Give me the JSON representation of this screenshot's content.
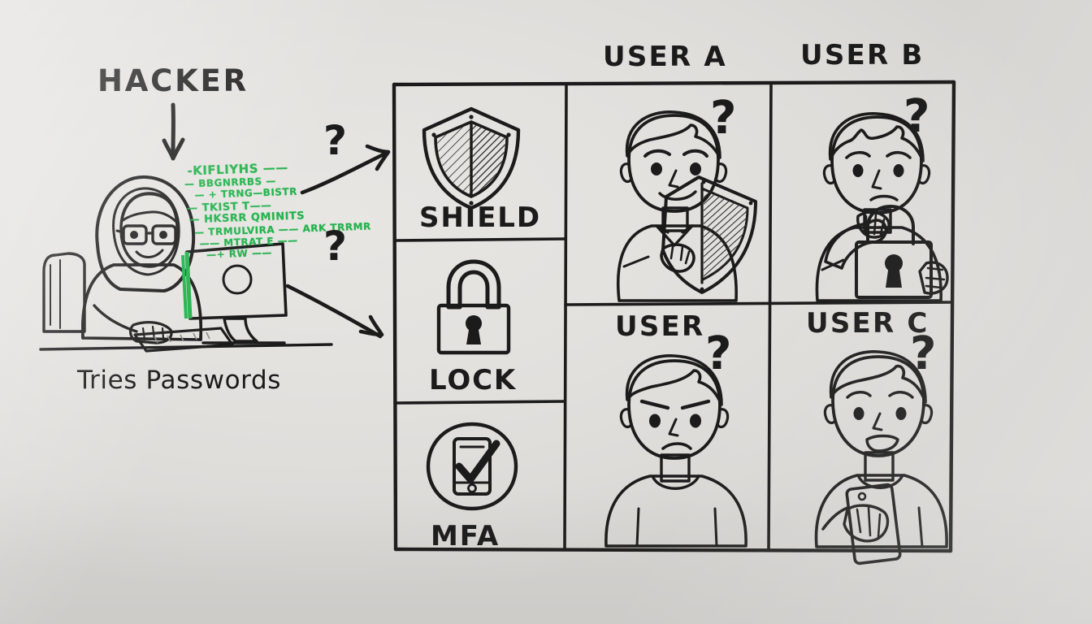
{
  "board": {
    "background_color": "#e3e1de",
    "ink_color": "#1b1b1b",
    "accent_green": "#22b24c"
  },
  "hacker": {
    "title": "HACKER",
    "caption": "Tries Passwords",
    "arrow_icon": "down-arrow-icon",
    "figure_icon": "hooded-hacker-at-computer-icon",
    "code_lines": [
      "-KIFLIYHS ——",
      "— BBGNRRBS —",
      "— + TRNG—BISTR",
      "— TKIST T——",
      "— HKSRR QMINITS",
      "— TRMULVIRA —— ARK TRRMR",
      "—— MTRAT E ——",
      "—+ RW ——"
    ]
  },
  "connectors": [
    {
      "name": "arrow-to-shield",
      "question_mark": "?"
    },
    {
      "name": "arrow-to-lock",
      "question_mark": "?"
    }
  ],
  "grid": {
    "methods": [
      {
        "id": "shield",
        "label": "SHIELD",
        "icon": "shield-icon"
      },
      {
        "id": "lock",
        "label": "LOCK",
        "icon": "padlock-icon"
      },
      {
        "id": "mfa",
        "label": "MFA",
        "icon": "phone-check-circle-icon"
      }
    ],
    "column_headers": [
      {
        "id": "user-a",
        "label": "USER A"
      },
      {
        "id": "user-b",
        "label": "USER B"
      }
    ],
    "users": [
      {
        "id": "user-a",
        "label": "USER A",
        "label_position": "above-grid",
        "icon": "person-holding-shield-icon",
        "expression": "smiling",
        "question_mark": "?"
      },
      {
        "id": "user-b",
        "label": "USER B",
        "label_position": "above-grid",
        "icon": "person-holding-padlock-icon",
        "expression": "thinking",
        "question_mark": "?"
      },
      {
        "id": "user-plain",
        "label": "USER",
        "label_position": "inside-panel",
        "icon": "person-frowning-icon",
        "expression": "frowning",
        "question_mark": "?"
      },
      {
        "id": "user-c",
        "label": "USER C",
        "label_position": "inside-panel",
        "icon": "person-holding-phone-icon",
        "expression": "surprised",
        "question_mark": "?"
      }
    ]
  }
}
